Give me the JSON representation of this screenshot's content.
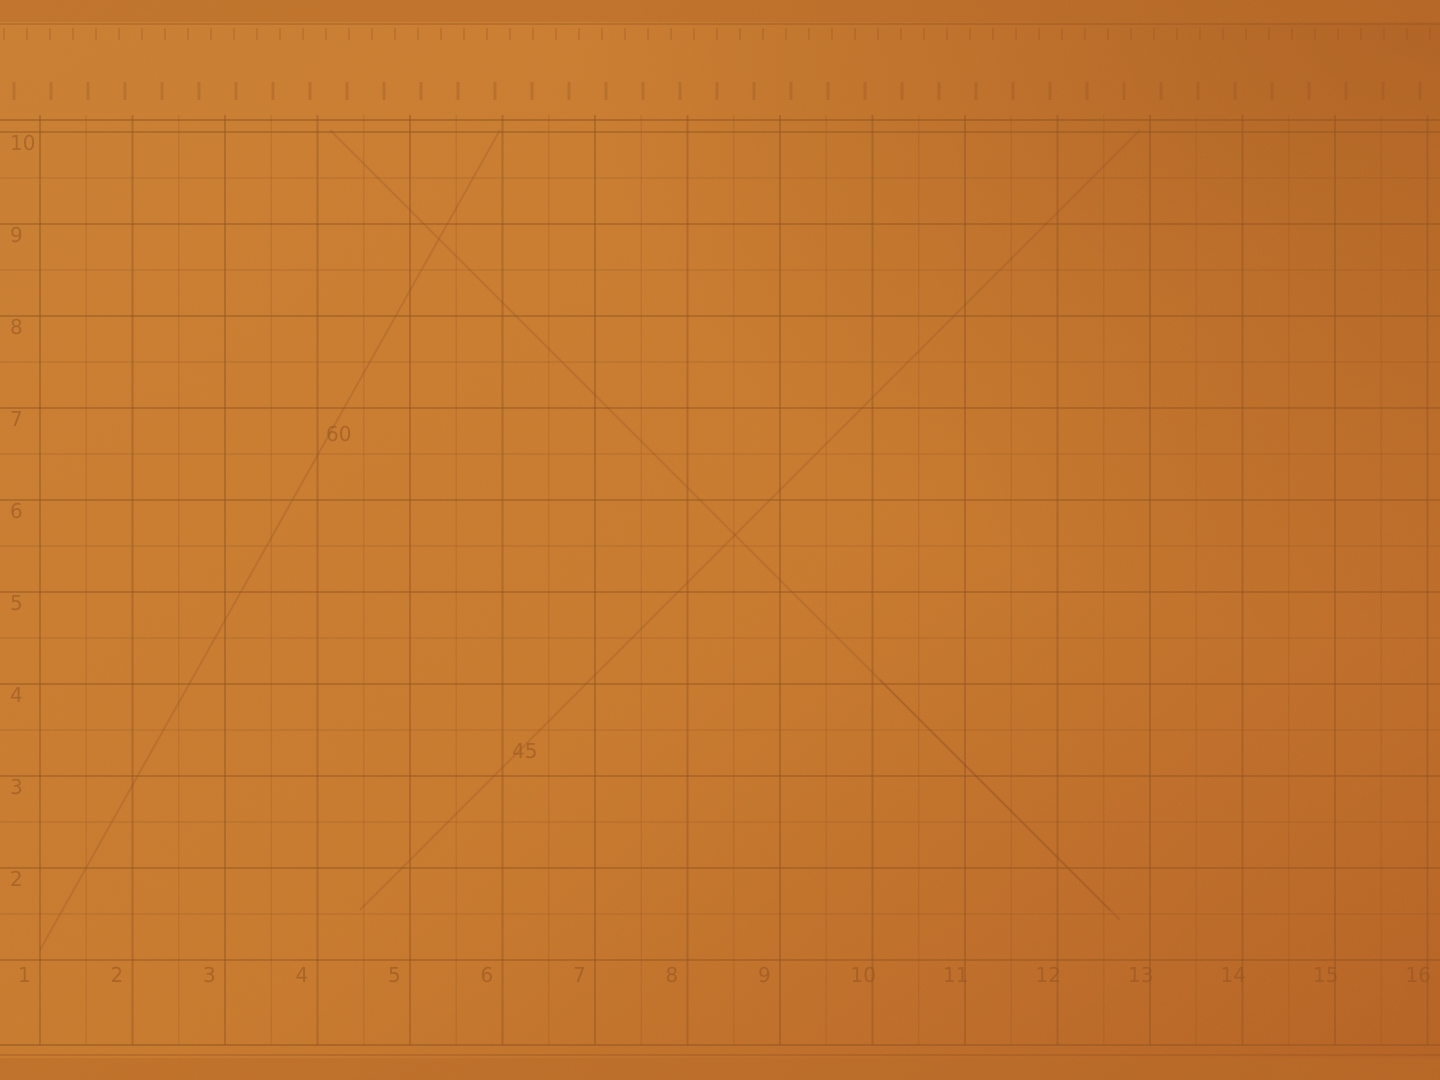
{
  "image": {
    "subject": "cutting-mat-grid-photo",
    "colors": {
      "mat_base": "#c7762a",
      "mat_light": "#cf8234",
      "mat_dark": "#b0591f",
      "grid_line": "#8e4d1c",
      "edge_band": "#b86824"
    },
    "scale": {
      "vertical_labels": [
        "10",
        "9",
        "8",
        "7",
        "6",
        "5",
        "4",
        "3",
        "2"
      ],
      "horizontal_labels": [
        "1",
        "2",
        "3",
        "4",
        "5",
        "6",
        "7",
        "8",
        "9",
        "10",
        "11",
        "12",
        "13",
        "14",
        "15",
        "16"
      ],
      "angle_labels": [
        "60",
        "45"
      ]
    }
  }
}
